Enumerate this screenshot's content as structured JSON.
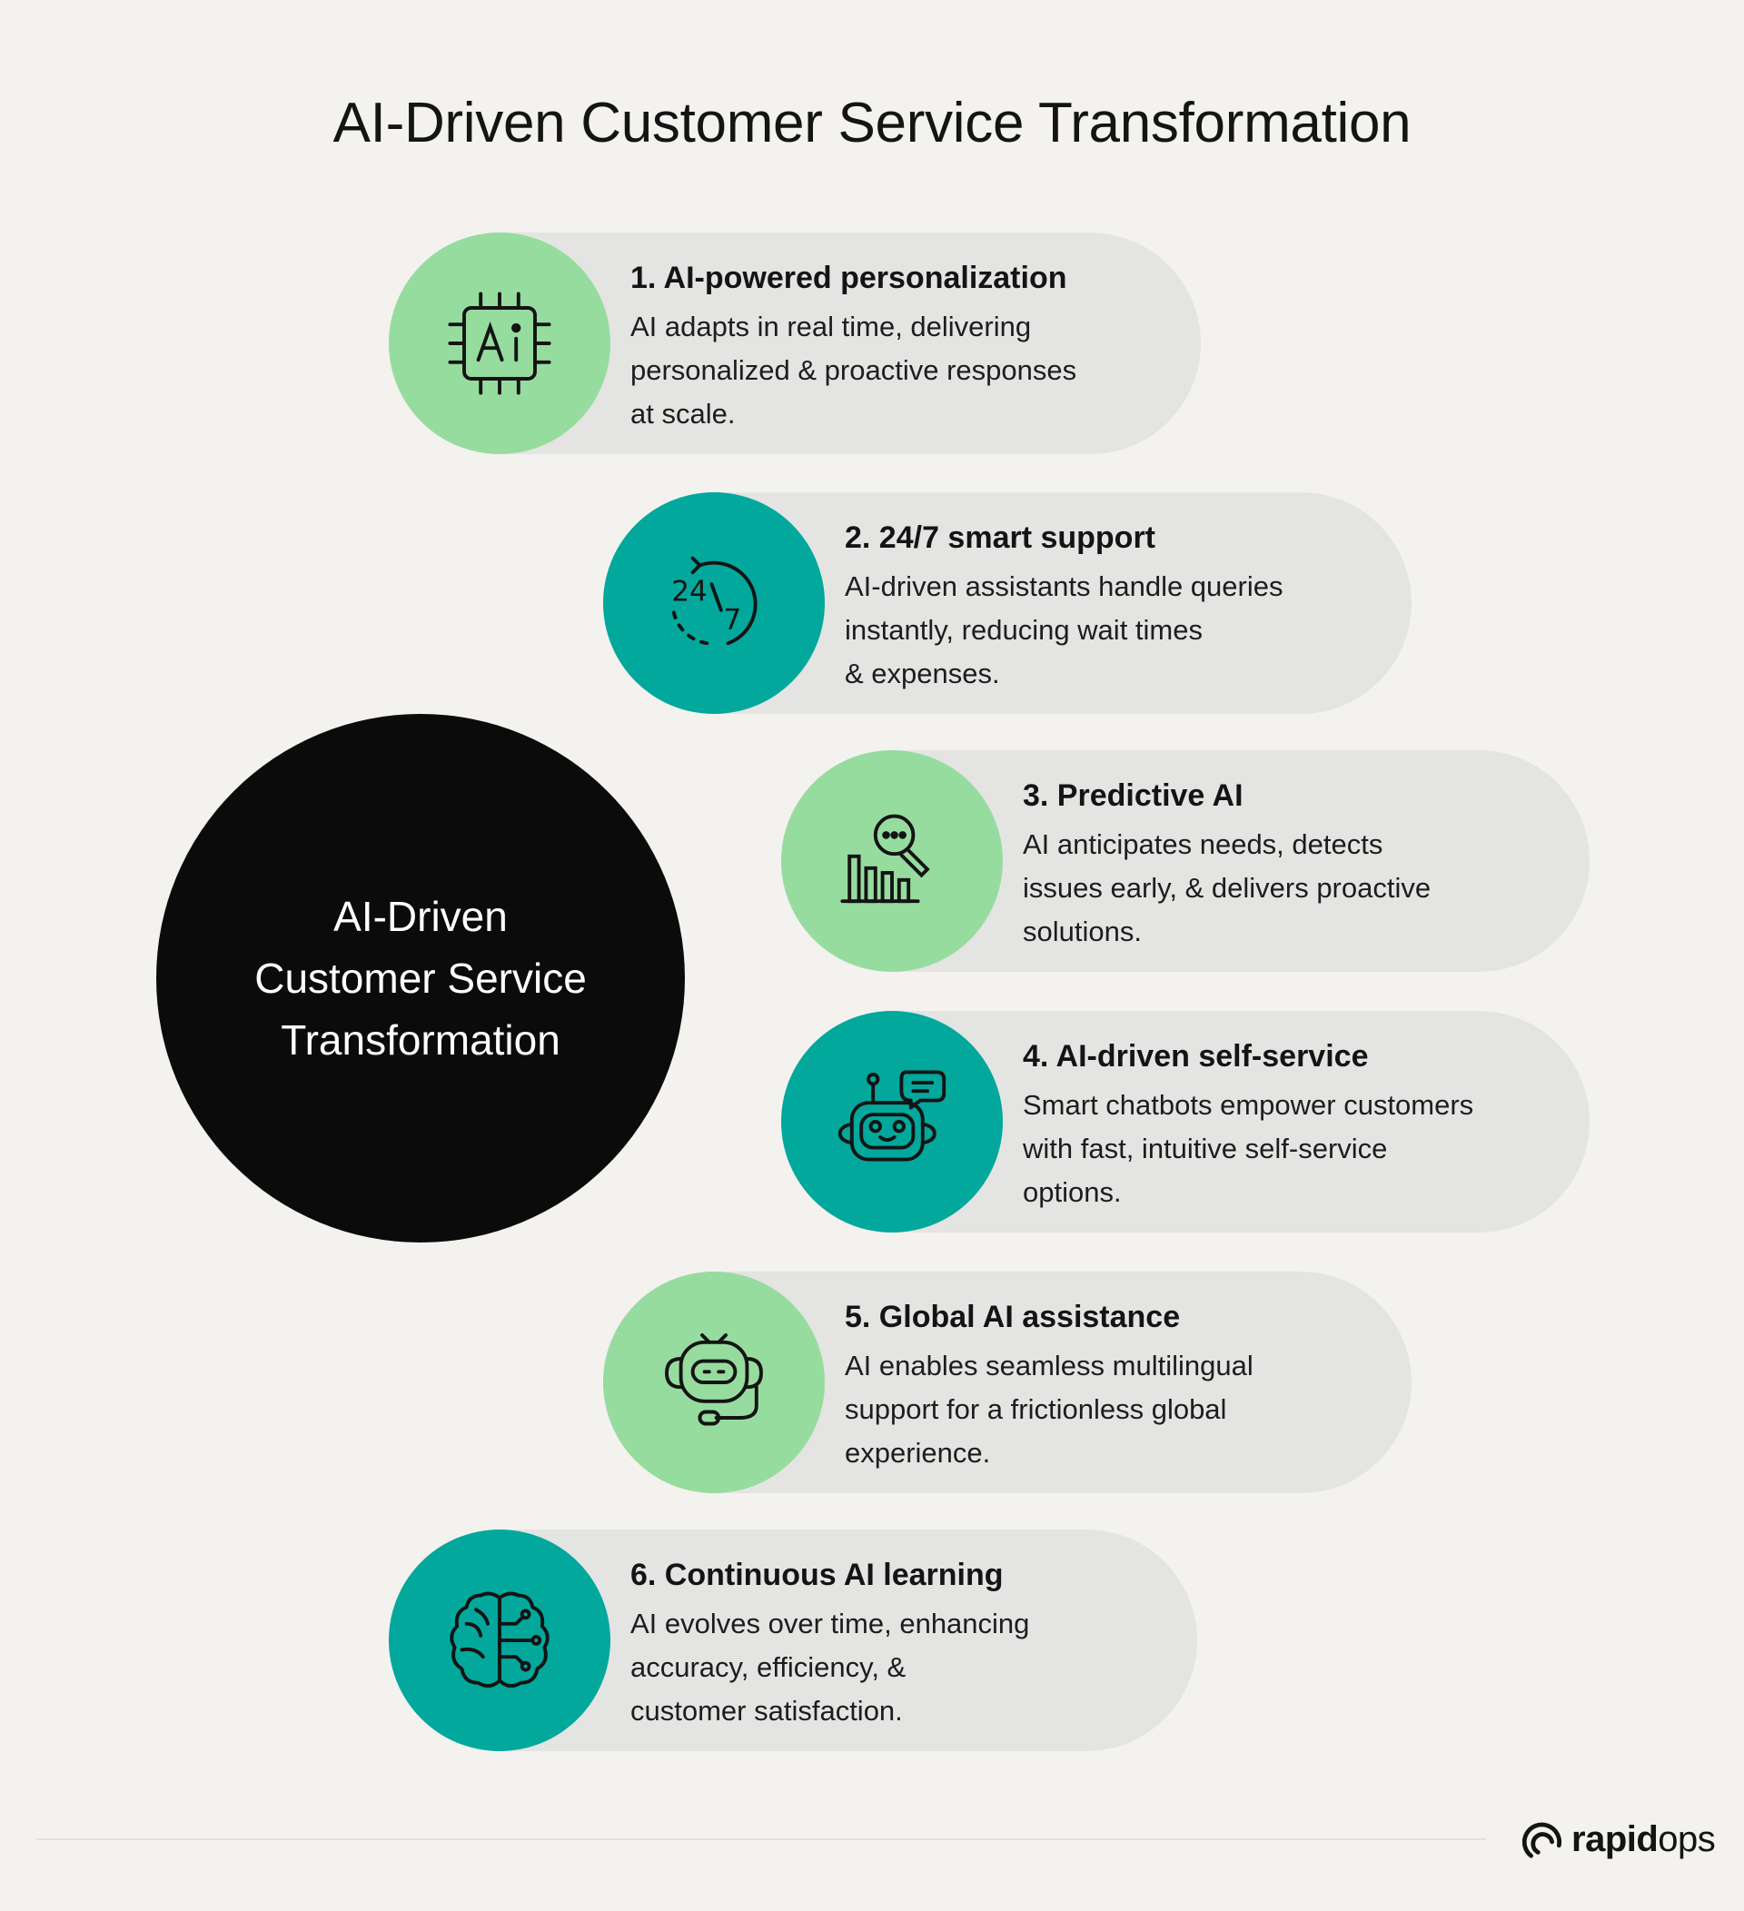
{
  "title": "AI-Driven Customer Service Transformation",
  "hub": {
    "label": "AI-Driven\nCustomer Service\nTransformation"
  },
  "items": [
    {
      "heading": "1. AI-powered personalization",
      "body": "AI adapts in real time, delivering\npersonalized & proactive responses\nat scale.",
      "icon": "ai-chip-icon",
      "color": "#97dc9f"
    },
    {
      "heading": "2. 24/7 smart support",
      "body": "AI-driven assistants handle queries\ninstantly, reducing wait times\n& expenses.",
      "icon": "clock-24-7-icon",
      "color": "#02a89c"
    },
    {
      "heading": "3. Predictive AI",
      "body": "AI anticipates needs, detects\nissues early, & delivers proactive\nsolutions.",
      "icon": "predictive-chart-search-icon",
      "color": "#97dc9f"
    },
    {
      "heading": "4. AI-driven self-service",
      "body": "Smart chatbots empower customers\nwith fast, intuitive self-service\noptions.",
      "icon": "chatbot-robot-icon",
      "color": "#02a89c"
    },
    {
      "heading": "5. Global AI assistance",
      "body": "AI enables seamless multilingual\nsupport for a frictionless global\nexperience.",
      "icon": "robot-headset-icon",
      "color": "#97dc9f"
    },
    {
      "heading": "6. Continuous AI learning",
      "body": " AI evolves over time, enhancing\naccuracy, efficiency, &\ncustomer satisfaction.",
      "icon": "brain-circuit-icon",
      "color": "#02a89c"
    }
  ],
  "logo": {
    "bold": "rapid",
    "light": "ops",
    "icon": "rapidops-logo-icon"
  }
}
